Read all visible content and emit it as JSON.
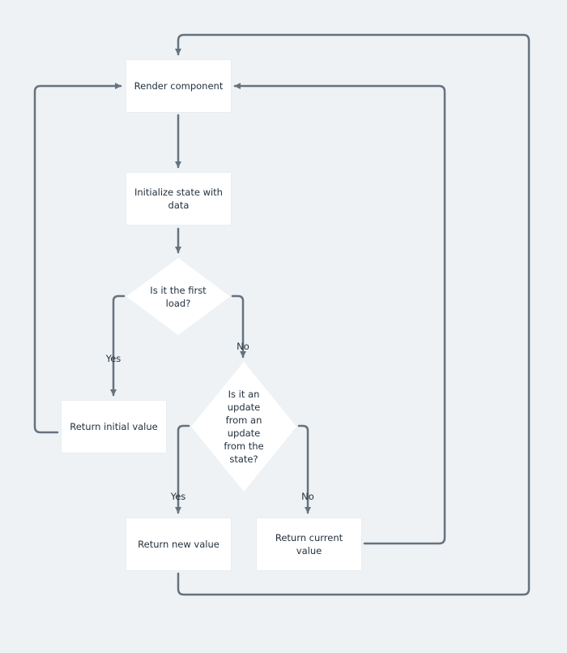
{
  "colors": {
    "background": "#eef2f5",
    "node_fill": "#ffffff",
    "edge": "#66727e",
    "text": "#22313f"
  },
  "nodes": {
    "render": "Render component",
    "init": "Initialize state with data",
    "first_load": "Is it the first load?",
    "update_from_state": "Is it an update from an update from the state?",
    "return_initial": "Return initial value",
    "return_new": "Return new value",
    "return_current": "Return current value"
  },
  "edge_labels": {
    "first_yes": "Yes",
    "first_no": "No",
    "update_yes": "Yes",
    "update_no": "No"
  }
}
